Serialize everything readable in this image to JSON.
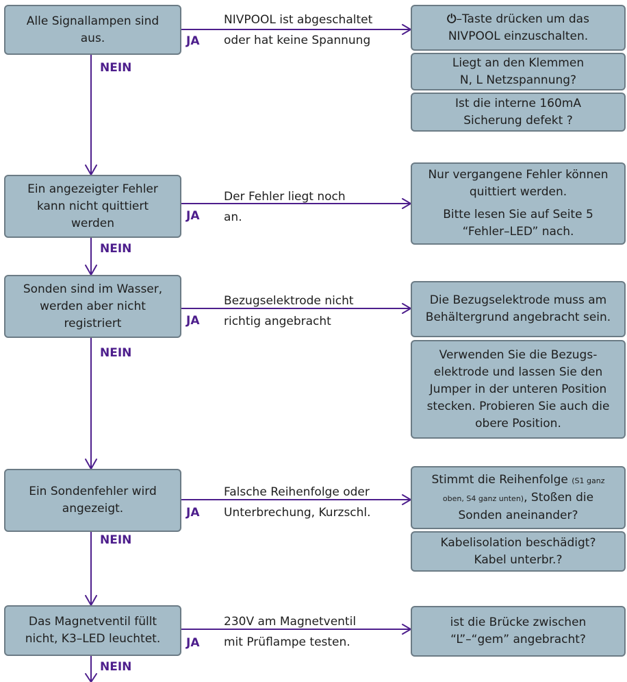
{
  "decisions": [
    {
      "lines": [
        "Alle Signallampen sind",
        "aus."
      ]
    },
    {
      "lines": [
        "Ein angezeigter Fehler",
        "kann nicht quittiert",
        "werden"
      ]
    },
    {
      "lines": [
        "Sonden sind im Wasser,",
        "werden aber nicht",
        "registriert"
      ]
    },
    {
      "lines": [
        "Ein Sondenfehler wird",
        "angezeigt."
      ]
    },
    {
      "lines": [
        "Das Magnetventil füllt",
        "nicht, K3–LED leuchtet."
      ]
    }
  ],
  "conditions": [
    [
      "NIVPOOL ist abgeschaltet",
      "oder hat keine Spannung"
    ],
    [
      "Der Fehler liegt noch",
      "an."
    ],
    [
      "Bezugselektrode nicht",
      "richtig angebracht"
    ],
    [
      "Falsche Reihenfolge oder",
      "Unterbrechung, Kurzschl."
    ],
    [
      "230V am Magnetventil",
      "mit Prüflampe testen."
    ]
  ],
  "yes_label": "JA",
  "no_label": "NEIN",
  "remedies": {
    "r1a": {
      "icon": "power-icon",
      "icon_glyph": "⏻",
      "line1_rest": "–Taste drücken um das",
      "line2": "NIVPOOL einzuschalten."
    },
    "r1b": {
      "lines": [
        "Liegt an den Klemmen",
        "N, L Netzspannung?"
      ]
    },
    "r1c": {
      "lines": [
        "Ist die interne 160mA",
        "Sicherung defekt ?"
      ]
    },
    "r2": {
      "para1": [
        "Nur vergangene Fehler können",
        "quittiert werden."
      ],
      "para2": [
        "Bitte lesen Sie auf Seite 5",
        "“Fehler–LED” nach."
      ]
    },
    "r3a": {
      "lines": [
        "Die Bezugselektrode muss am",
        "Behältergrund angebracht sein."
      ]
    },
    "r3b": {
      "lines": [
        "Verwenden Sie die Bezugs-",
        "elektrode und lassen Sie den",
        "Jumper in der unteren Position",
        "stecken. Probieren Sie auch die",
        "obere Position."
      ]
    },
    "r4a": {
      "l1_main": "Stimmt die Reihenfolge ",
      "l1_small": "(S1 ganz",
      "l2_small": "oben, S4 ganz unten)",
      "l2_main": ", Stoßen die",
      "l3": "Sonden aneinander?"
    },
    "r4b": {
      "lines": [
        "Kabelisolation beschädigt?",
        "Kabel unterbr.?"
      ]
    },
    "r5": {
      "lines": [
        "ist die Brücke zwischen",
        "“L”–“gem” angebracht?"
      ]
    }
  },
  "colors": {
    "box_fill": "#a5bcc8",
    "box_border": "#6b7b85",
    "arrow": "#4d1e8c",
    "label": "#4d1e8c"
  }
}
